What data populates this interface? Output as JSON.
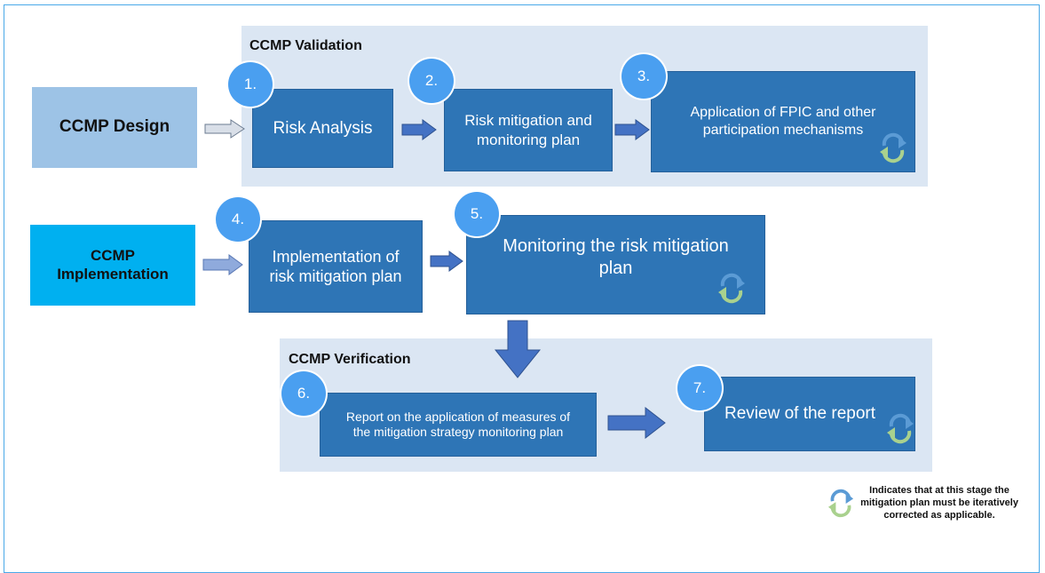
{
  "panels": {
    "validation_title": "CCMP Validation",
    "verification_title": "CCMP Verification"
  },
  "phases": {
    "design": "CCMP Design",
    "implementation": "CCMP Implementation"
  },
  "steps": [
    {
      "number": "1.",
      "label": "Risk Analysis"
    },
    {
      "number": "2.",
      "label": "Risk mitigation and monitoring plan"
    },
    {
      "number": "3.",
      "label": "Application of FPIC and other participation mechanisms"
    },
    {
      "number": "4.",
      "label": "Implementation of risk mitigation plan"
    },
    {
      "number": "5.",
      "label": "Monitoring the risk mitigation plan"
    },
    {
      "number": "6.",
      "label": "Report on the application of measures of the mitigation strategy monitoring plan"
    },
    {
      "number": "7.",
      "label": "Review of the report"
    }
  ],
  "legend": {
    "text": "Indicates that at this stage the mitigation plan must be iteratively corrected as applicable.",
    "icon": "cycle-icon"
  },
  "colors": {
    "step_box": "#2e75b6",
    "number_circle": "#4a9ff0",
    "panel_bg": "#dbe6f3",
    "design_box": "#9dc3e6",
    "implementation_box": "#00b0f0",
    "arrow": "#4472c4",
    "cycle_blue": "#5b9bd5",
    "cycle_green": "#a9d18e"
  }
}
